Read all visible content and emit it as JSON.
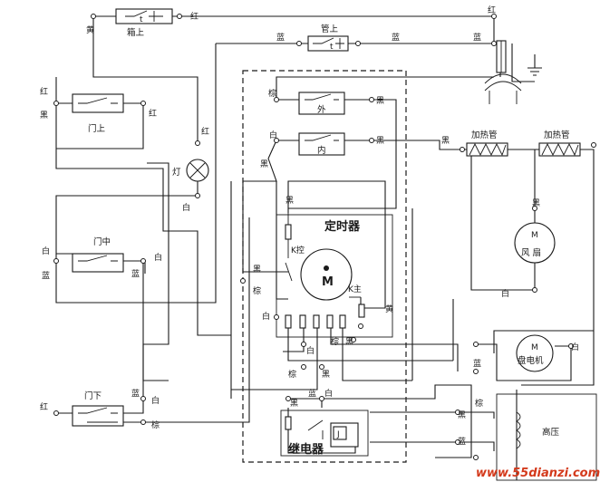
{
  "components": {
    "box_top": "箱上",
    "pipe_top": "管上",
    "door_top": "门上",
    "lamp": "灯",
    "door_mid": "门中",
    "door_bottom": "门下",
    "outer": "外",
    "inner": "内",
    "timer": "定时器",
    "k_ctrl": "K控",
    "k_main": "K主",
    "motor_m": "M",
    "heater1": "加热管",
    "heater2": "加热管",
    "fan": "风 扇",
    "fan_m": "M",
    "disc_motor": "盘电机",
    "disc_m": "M",
    "relay": "继电器",
    "relay_j": "J",
    "hv": "高压",
    "thermo_t1": "t",
    "thermo_t2": "t"
  },
  "colors_cn": {
    "red": "红",
    "blue": "蓝",
    "black": "黑",
    "white": "白",
    "yellow": "黄",
    "brown": "棕"
  },
  "watermark": "www.55dianzi.com"
}
